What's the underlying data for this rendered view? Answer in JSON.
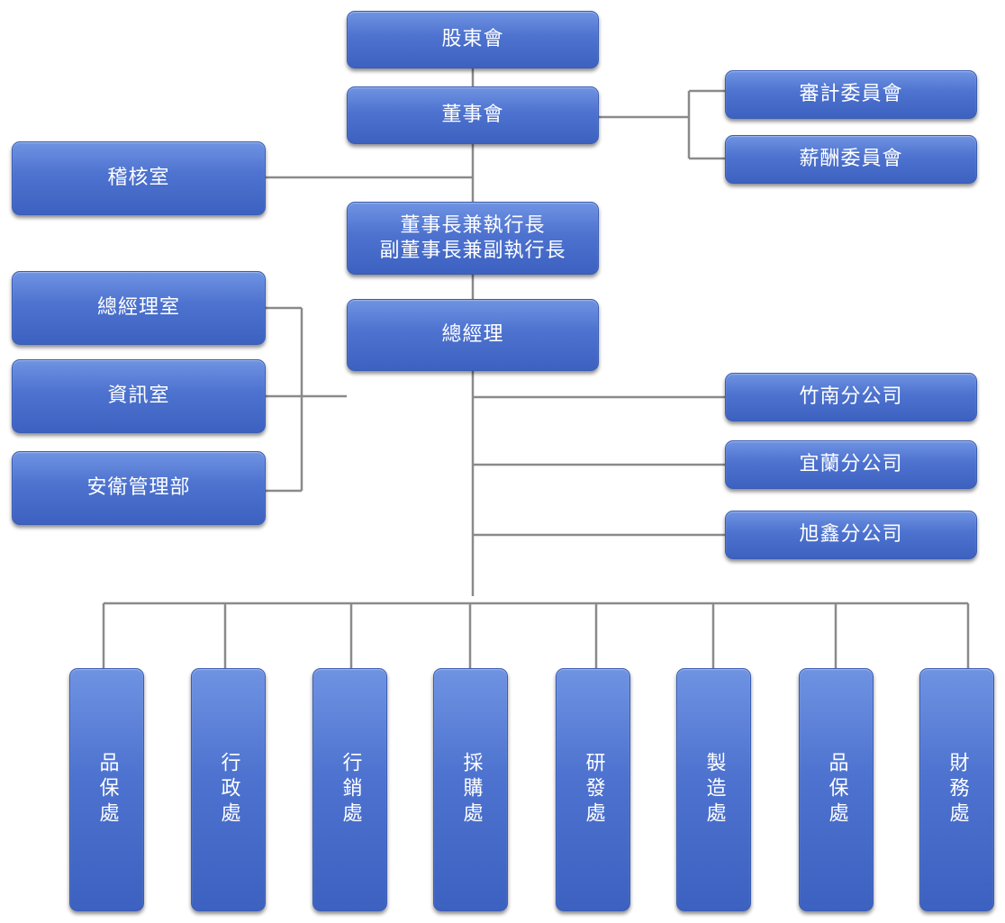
{
  "org": {
    "shareholders": "股東會",
    "board": "董事會",
    "audit_committee": "審計委員會",
    "compensation_committee": "薪酬委員會",
    "audit_office": "稽核室",
    "chairman_ceo": "董事長兼執行長",
    "vice_chairman": "副董事長兼副執行長",
    "gm_office": "總經理室",
    "it_office": "資訊室",
    "safety_dept": "安衛管理部",
    "general_manager": "總經理",
    "branches": [
      "竹南分公司",
      "宜蘭分公司",
      "旭鑫分公司"
    ],
    "departments": [
      "品保處",
      "行政處",
      "行銷處",
      "採購處",
      "研發處",
      "製造處",
      "品保處",
      "財務處"
    ]
  },
  "colors": {
    "box_fill": "#4d72cf",
    "line": "#8a8a8a"
  }
}
